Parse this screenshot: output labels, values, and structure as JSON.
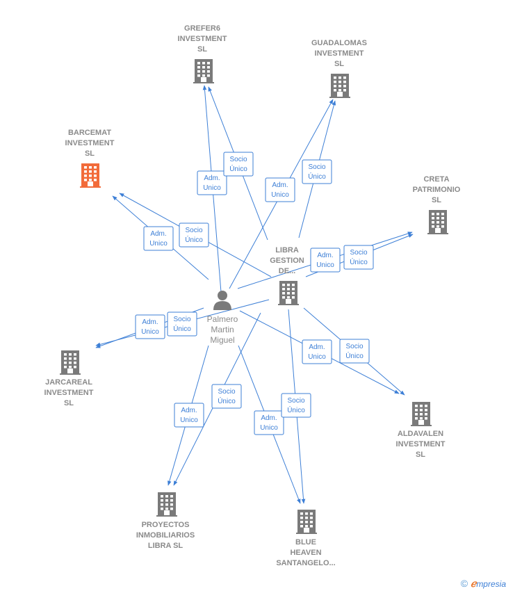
{
  "colors": {
    "edge": "#3d7fd6",
    "building": "#7a7a7a",
    "building_highlight": "#f26b3a",
    "text": "#8a8a8a"
  },
  "person": {
    "id": "palmero",
    "label": [
      "Palmero",
      "Martin",
      "Miguel"
    ],
    "icon": "person-icon"
  },
  "companies": [
    {
      "id": "grefer6",
      "label": [
        "GREFER6",
        "INVESTMENT",
        "SL"
      ],
      "highlight": false
    },
    {
      "id": "guadalomas",
      "label": [
        "GUADALOMAS",
        "INVESTMENT",
        "SL"
      ],
      "highlight": false
    },
    {
      "id": "barcemat",
      "label": [
        "BARCEMAT",
        "INVESTMENT",
        "SL"
      ],
      "highlight": true
    },
    {
      "id": "creta",
      "label": [
        "CRETA",
        "PATRIMONIO",
        "SL"
      ],
      "highlight": false
    },
    {
      "id": "libra",
      "label": [
        "LIBRA",
        "GESTION",
        "DE..."
      ],
      "highlight": false
    },
    {
      "id": "jarcareal",
      "label": [
        "JARCAREAL",
        "INVESTMENT",
        "SL"
      ],
      "highlight": false
    },
    {
      "id": "aldavalen",
      "label": [
        "ALDAVALEN",
        "INVESTMENT",
        "SL"
      ],
      "highlight": false
    },
    {
      "id": "proyectos",
      "label": [
        "PROYECTOS",
        "INMOBILIARIOS",
        "LIBRA  SL"
      ],
      "highlight": false
    },
    {
      "id": "blueheaven",
      "label": [
        "BLUE",
        "HEAVEN",
        "SANTANGELO..."
      ],
      "highlight": false
    }
  ],
  "relations": [
    {
      "from": "palmero",
      "to": "grefer6",
      "lines": [
        "Adm.",
        "Unico"
      ]
    },
    {
      "from": "libra",
      "to": "grefer6",
      "lines": [
        "Socio",
        "Único"
      ]
    },
    {
      "from": "palmero",
      "to": "guadalomas",
      "lines": [
        "Adm.",
        "Unico"
      ]
    },
    {
      "from": "libra",
      "to": "guadalomas",
      "lines": [
        "Socio",
        "Único"
      ]
    },
    {
      "from": "palmero",
      "to": "barcemat",
      "lines": [
        "Adm.",
        "Unico"
      ]
    },
    {
      "from": "libra",
      "to": "barcemat",
      "lines": [
        "Socio",
        "Único"
      ]
    },
    {
      "from": "palmero",
      "to": "creta",
      "lines": [
        "Adm.",
        "Unico"
      ]
    },
    {
      "from": "libra",
      "to": "creta",
      "lines": [
        "Socio",
        "Único"
      ]
    },
    {
      "from": "palmero",
      "to": "jarcareal",
      "lines": [
        "Adm.",
        "Unico"
      ]
    },
    {
      "from": "libra",
      "to": "jarcareal",
      "lines": [
        "Socio",
        "Único"
      ]
    },
    {
      "from": "palmero",
      "to": "aldavalen",
      "lines": [
        "Adm.",
        "Unico"
      ]
    },
    {
      "from": "libra",
      "to": "aldavalen",
      "lines": [
        "Socio",
        "Único"
      ]
    },
    {
      "from": "palmero",
      "to": "proyectos",
      "lines": [
        "Adm.",
        "Unico"
      ]
    },
    {
      "from": "libra",
      "to": "proyectos",
      "lines": [
        "Socio",
        "Único"
      ]
    },
    {
      "from": "palmero",
      "to": "blueheaven",
      "lines": [
        "Adm.",
        "Unico"
      ]
    },
    {
      "from": "libra",
      "to": "blueheaven",
      "lines": [
        "Socio",
        "Único"
      ]
    }
  ],
  "footer": {
    "copyright": "©",
    "brand_e": "ℯ",
    "brand_rest": "mpresia"
  }
}
